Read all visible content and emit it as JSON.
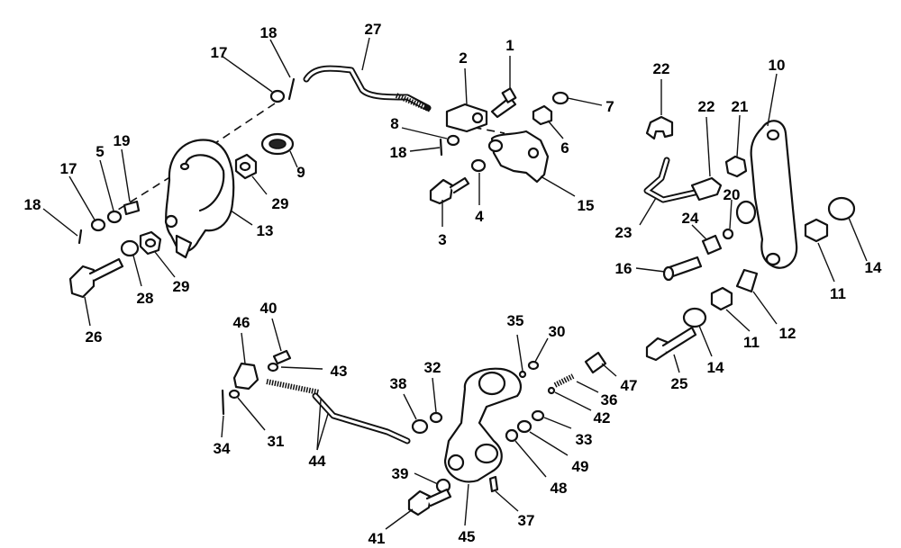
{
  "diagram": {
    "callouts": [
      {
        "id": "c1",
        "text": "1"
      },
      {
        "id": "c2",
        "text": "2"
      },
      {
        "id": "c3",
        "text": "3"
      },
      {
        "id": "c4",
        "text": "4"
      },
      {
        "id": "c5",
        "text": "5"
      },
      {
        "id": "c6",
        "text": "6"
      },
      {
        "id": "c7",
        "text": "7"
      },
      {
        "id": "c8",
        "text": "8"
      },
      {
        "id": "c9",
        "text": "9"
      },
      {
        "id": "c10",
        "text": "10"
      },
      {
        "id": "c11a",
        "text": "11"
      },
      {
        "id": "c11b",
        "text": "11"
      },
      {
        "id": "c12",
        "text": "12"
      },
      {
        "id": "c13",
        "text": "13"
      },
      {
        "id": "c14a",
        "text": "14"
      },
      {
        "id": "c14b",
        "text": "14"
      },
      {
        "id": "c15",
        "text": "15"
      },
      {
        "id": "c16",
        "text": "16"
      },
      {
        "id": "c17a",
        "text": "17"
      },
      {
        "id": "c17b",
        "text": "17"
      },
      {
        "id": "c18a",
        "text": "18"
      },
      {
        "id": "c18b",
        "text": "18"
      },
      {
        "id": "c18c",
        "text": "18"
      },
      {
        "id": "c19",
        "text": "19"
      },
      {
        "id": "c20",
        "text": "20"
      },
      {
        "id": "c21",
        "text": "21"
      },
      {
        "id": "c22a",
        "text": "22"
      },
      {
        "id": "c22b",
        "text": "22"
      },
      {
        "id": "c23",
        "text": "23"
      },
      {
        "id": "c24",
        "text": "24"
      },
      {
        "id": "c25",
        "text": "25"
      },
      {
        "id": "c26",
        "text": "26"
      },
      {
        "id": "c27",
        "text": "27"
      },
      {
        "id": "c28",
        "text": "28"
      },
      {
        "id": "c29a",
        "text": "29"
      },
      {
        "id": "c29b",
        "text": "29"
      },
      {
        "id": "c30",
        "text": "30"
      },
      {
        "id": "c31",
        "text": "31"
      },
      {
        "id": "c32",
        "text": "32"
      },
      {
        "id": "c33",
        "text": "33"
      },
      {
        "id": "c34",
        "text": "34"
      },
      {
        "id": "c35",
        "text": "35"
      },
      {
        "id": "c36",
        "text": "36"
      },
      {
        "id": "c37",
        "text": "37"
      },
      {
        "id": "c38",
        "text": "38"
      },
      {
        "id": "c39",
        "text": "39"
      },
      {
        "id": "c40",
        "text": "40"
      },
      {
        "id": "c41",
        "text": "41"
      },
      {
        "id": "c42",
        "text": "42"
      },
      {
        "id": "c43",
        "text": "43"
      },
      {
        "id": "c44",
        "text": "44"
      },
      {
        "id": "c45",
        "text": "45"
      },
      {
        "id": "c46",
        "text": "46"
      },
      {
        "id": "c47",
        "text": "47"
      },
      {
        "id": "c48",
        "text": "48"
      },
      {
        "id": "c49",
        "text": "49"
      }
    ]
  }
}
